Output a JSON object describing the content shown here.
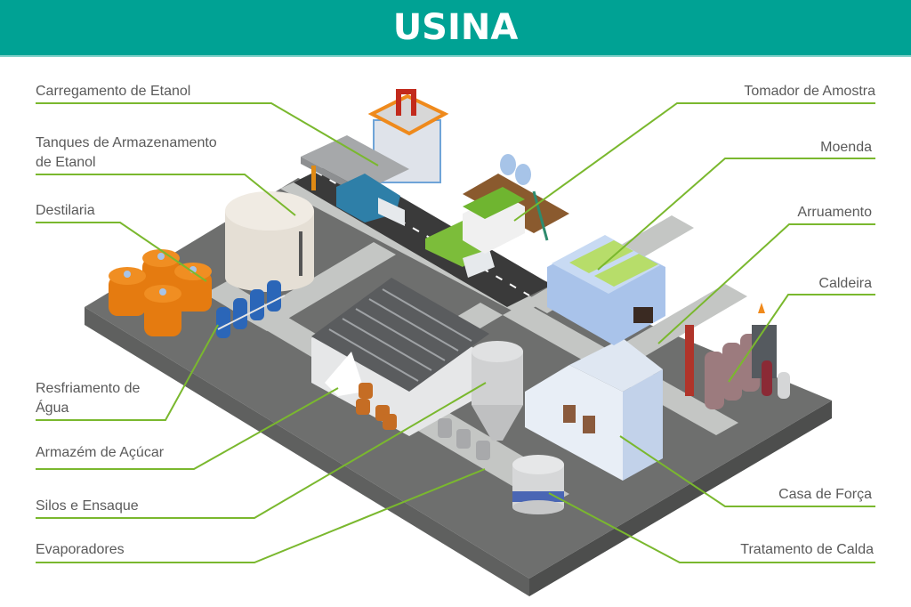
{
  "header": {
    "title": "USINA"
  },
  "colors": {
    "header_bg": "#00a294",
    "leader_line": "#7ab82e",
    "label_text": "#5a5a5a",
    "platform_top": "#6e6f6e",
    "road_light": "#c4c6c4",
    "asphalt": "#3a3a3a"
  },
  "labels_left": [
    {
      "id": "carregamento-etanol",
      "text": "Carregamento de Etanol"
    },
    {
      "id": "tanques-armazenamento",
      "line1": "Tanques de Armazenamento",
      "line2": "de Etanol"
    },
    {
      "id": "destilaria",
      "text": "Destilaria"
    },
    {
      "id": "resfriamento-agua",
      "line1": "Resfriamento de",
      "line2": "Água"
    },
    {
      "id": "armazem-acucar",
      "text": "Armazém de Açúcar"
    },
    {
      "id": "silos-ensaque",
      "text": "Silos e Ensaque"
    },
    {
      "id": "evaporadores",
      "text": "Evaporadores"
    }
  ],
  "labels_right": [
    {
      "id": "tomador-amostra",
      "text": "Tomador de Amostra"
    },
    {
      "id": "moenda",
      "text": "Moenda"
    },
    {
      "id": "arruamento",
      "text": "Arruamento"
    },
    {
      "id": "caldeira",
      "text": "Caldeira"
    },
    {
      "id": "casa-forca",
      "text": "Casa de Força"
    },
    {
      "id": "tratamento-calda",
      "text": "Tratamento de Calda"
    }
  ]
}
